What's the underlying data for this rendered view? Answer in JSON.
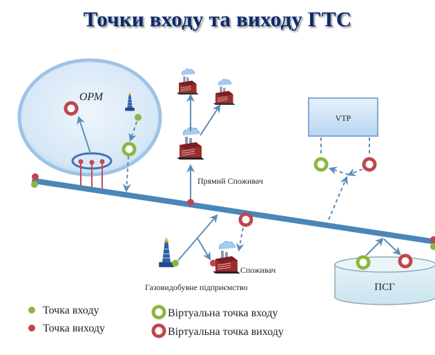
{
  "title": "Точки входу та виходу ГТС",
  "colors": {
    "pipeline": "#4a86b8",
    "entry": "#8ab83f",
    "exit": "#c0464a",
    "arrow": "#5a8dba",
    "title": "#0d2a6e",
    "factory": "#9a2d2d",
    "smoke": "#9fc6ea"
  },
  "nodes": {
    "orm_label": "ОРМ",
    "direct_consumer_label": "Прямий Споживач",
    "vtp_label": "VTP",
    "gas_producer_label": "Газовидобувне підприємство",
    "consumer_label": "Споживач",
    "storage_label": "ПСГ"
  },
  "legend": {
    "entry_point": "Точка входу",
    "exit_point": "Точка виходу",
    "virtual_entry_point": "Віртуальна точка входу",
    "virtual_exit_point": "Віртуальна точка виходу"
  }
}
